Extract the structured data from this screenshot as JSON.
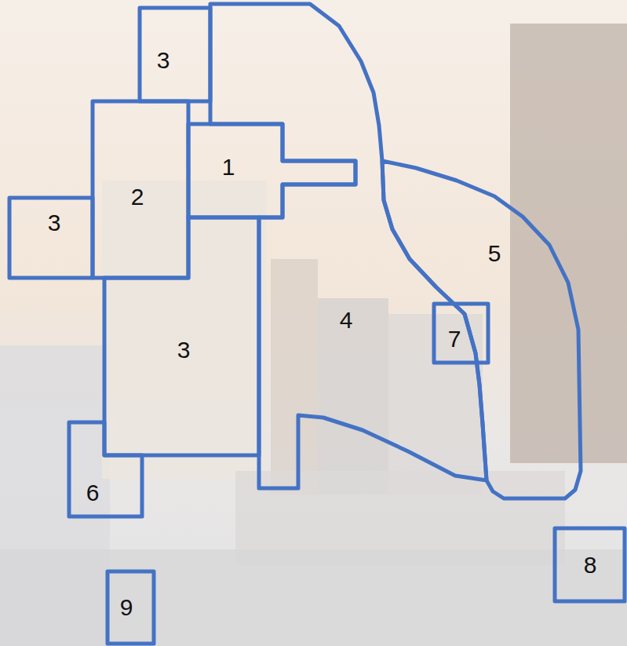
{
  "diagram": {
    "nodes": [
      {
        "text": [
          "3"
        ]
      },
      {
        "text": [
          "1"
        ]
      },
      {
        "text": [
          "2"
        ]
      },
      {
        "text": [
          "3"
        ]
      },
      {
        "text": [
          "5"
        ]
      },
      {
        "text": [
          "4"
        ]
      },
      {
        "text": [
          "7"
        ]
      },
      {
        "text": [
          "3"
        ]
      },
      {
        "text": [
          "6"
        ]
      },
      {
        "text": [
          "8"
        ]
      },
      {
        "text": [
          "9"
        ]
      }
    ]
  }
}
